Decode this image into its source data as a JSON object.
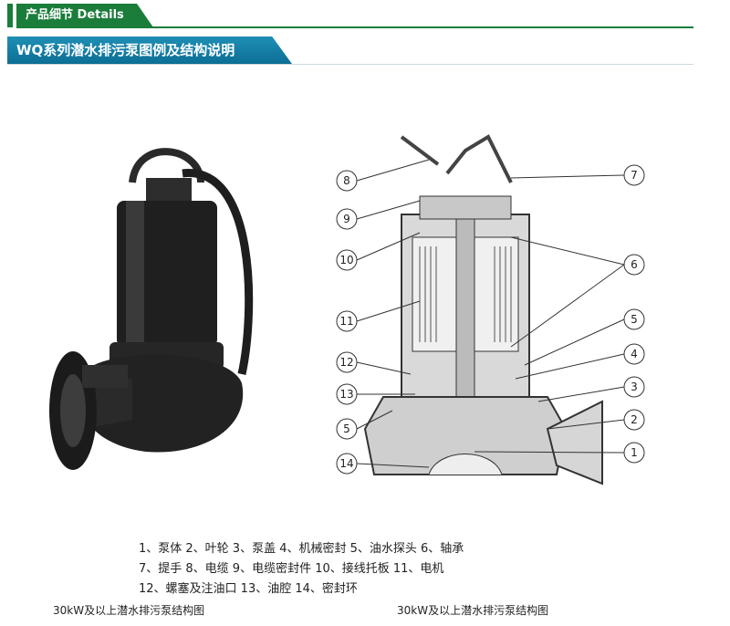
{
  "header": {
    "tab_label": "产品细节  Details"
  },
  "banner": {
    "title": "WQ系列潜水排污泵图例及结构说明"
  },
  "diagram": {
    "callouts": [
      "8",
      "9",
      "10",
      "11",
      "12",
      "13",
      "5",
      "14",
      "7",
      "6",
      "5",
      "4",
      "3",
      "2",
      "1"
    ]
  },
  "legend": {
    "line1": "1、泵体  2、叶轮  3、泵盖  4、机械密封  5、油水探头  6、轴承",
    "line2": "7、提手  8、电缆  9、电缆密封件  10、接线托板  11、电机",
    "line3": "12、螺塞及注油口  13、油腔  14、密封环"
  },
  "captions": {
    "left": "30kW及以上潜水排污泵结构图",
    "right": "30kW及以上潜水排污泵结构图"
  },
  "colors": {
    "header_green": "#1a7d3a",
    "banner_blue": "#1f8fb5"
  }
}
